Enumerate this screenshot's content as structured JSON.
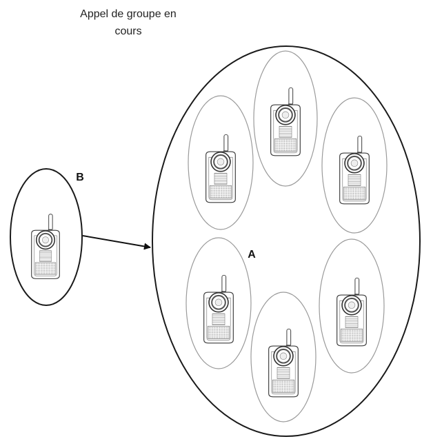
{
  "diagram": {
    "title_line1": "Appel de groupe en",
    "title_line2": "cours",
    "label_a": "A",
    "label_b": "B",
    "group_radio_count": 6,
    "icons": {
      "radio": "walkie-talkie-icon",
      "arrow": "arrow-right-icon"
    },
    "colors": {
      "outline_dark": "#1a1a1a",
      "outline_light": "#9a9a9a",
      "radio_stroke": "#3a3a3a"
    }
  }
}
